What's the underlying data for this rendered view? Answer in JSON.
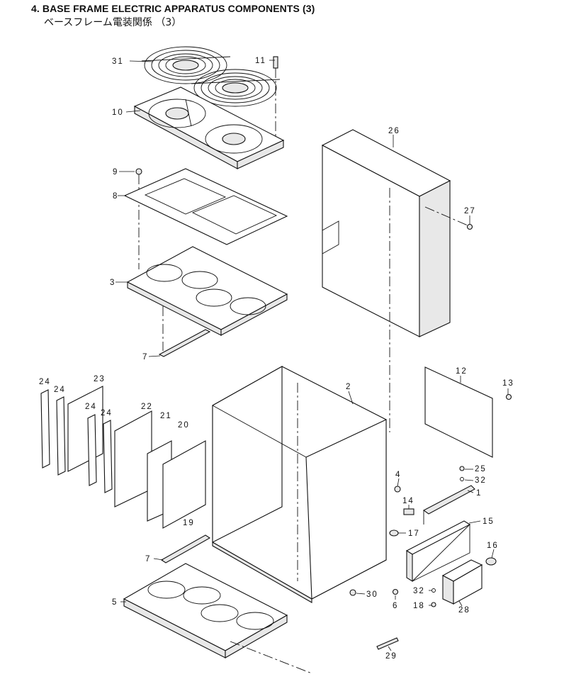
{
  "header": {
    "title": "4.  BASE FRAME ELECTRIC APPARATUS COMPONENTS (3)",
    "subtitle": "ベースフレーム電装関係 （3）"
  },
  "callouts": {
    "c31": "31",
    "c11": "11",
    "c10": "10",
    "c9": "9",
    "c8": "8",
    "c3": "3",
    "c7a": "7",
    "c26": "26",
    "c27": "27",
    "c24a": "24",
    "c24b": "24",
    "c23": "23",
    "c24c": "24",
    "c24d": "24",
    "c22": "22",
    "c21": "21",
    "c20": "20",
    "c19": "19",
    "c2": "2",
    "c12": "12",
    "c13": "13",
    "c4": "4",
    "c25": "25",
    "c32a": "32",
    "c1": "1",
    "c14": "14",
    "c17": "17",
    "c15": "15",
    "c16": "16",
    "c7b": "7",
    "c5": "5",
    "c30": "30",
    "c6": "6",
    "c32b": "32",
    "c18": "18",
    "c28": "28",
    "c29": "29"
  }
}
